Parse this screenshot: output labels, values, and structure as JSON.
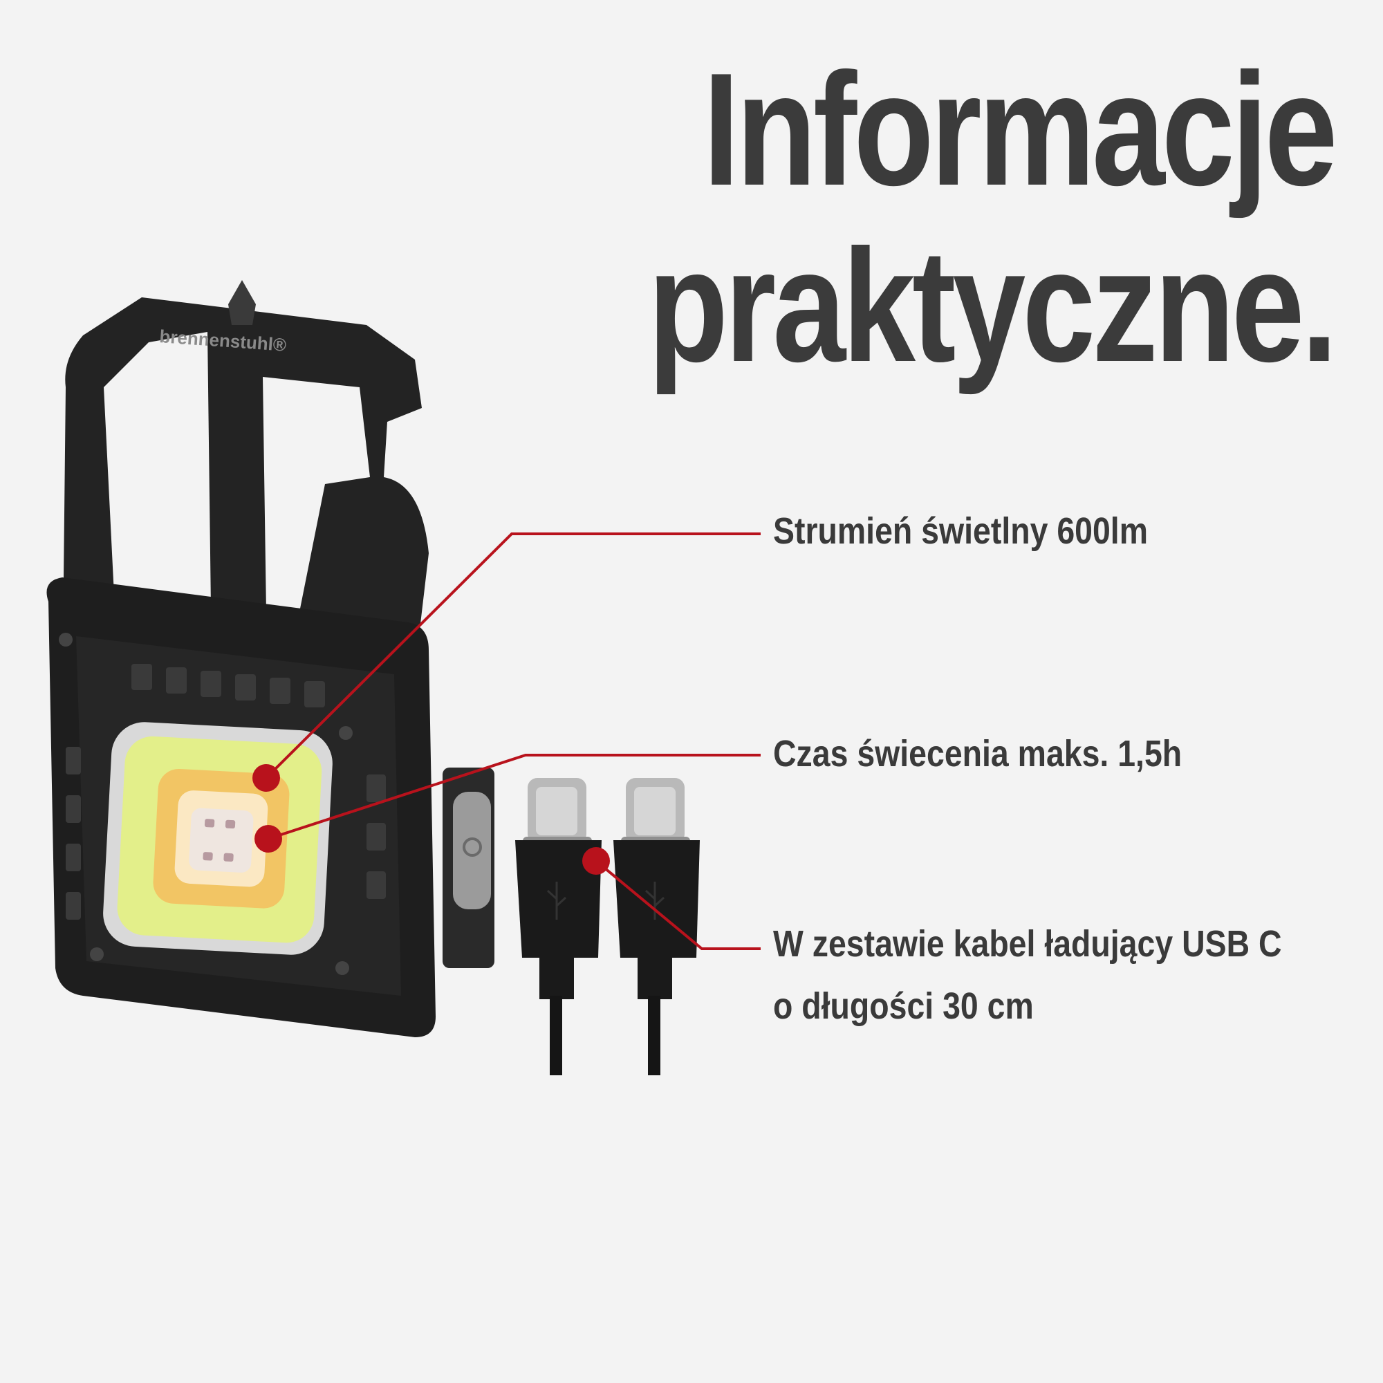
{
  "headline": {
    "line1": "Informacje",
    "line2": "praktyczne."
  },
  "callouts": [
    {
      "lines": [
        "Strumień świetlny 600lm"
      ]
    },
    {
      "lines": [
        "Czas świecenia maks. 1,5h"
      ]
    },
    {
      "lines": [
        "W zestawie kabel ładujący USB C",
        "o długości 30 cm"
      ]
    }
  ],
  "product": {
    "brand_label": "brennenstuhl®"
  },
  "colors": {
    "background": "#f3f3f3",
    "text": "#3a3a3a",
    "accent": "#b8121c",
    "body": "#1f1f1f"
  }
}
